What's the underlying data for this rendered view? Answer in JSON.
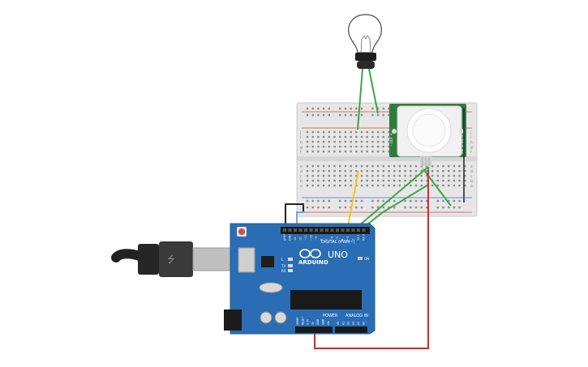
{
  "board": {
    "digital_label": "DIGITAL (PWM~)",
    "brand": "ARDUINO",
    "model": "UNO",
    "power_label": "POWER",
    "analog_label": "ANALOG IN",
    "on_label": "ON",
    "tx_label": "TX",
    "rx_label": "RX",
    "l_label": "L",
    "digital_pins": [
      "AREF",
      "GND",
      "13",
      "12",
      "~11",
      "~10",
      "~9",
      "8",
      "7",
      "~6",
      "~5",
      "4",
      "~3",
      "2",
      "TX 1",
      "RX 0"
    ],
    "power_pins": [
      "IOREF",
      "RESET",
      "3.3V",
      "5V",
      "GND",
      "GND",
      "Vin"
    ],
    "analog_pins": [
      "A0",
      "A1",
      "A2",
      "A3",
      "A4",
      "A5"
    ]
  },
  "breadboard": {
    "row_letters": [
      "a",
      "b",
      "c",
      "d",
      "e",
      "f",
      "g",
      "h",
      "i",
      "j"
    ]
  },
  "pir": {
    "silk_left": "- OUT +",
    "silk_right": "PIR SENSOR"
  },
  "colors": {
    "wire_green": "#3aa845",
    "wire_yellow": "#f2c71c",
    "wire_red": "#d42a2a",
    "wire_black": "#222222",
    "board_blue": "#2a6db5",
    "pir_green": "#2e7d3c"
  }
}
